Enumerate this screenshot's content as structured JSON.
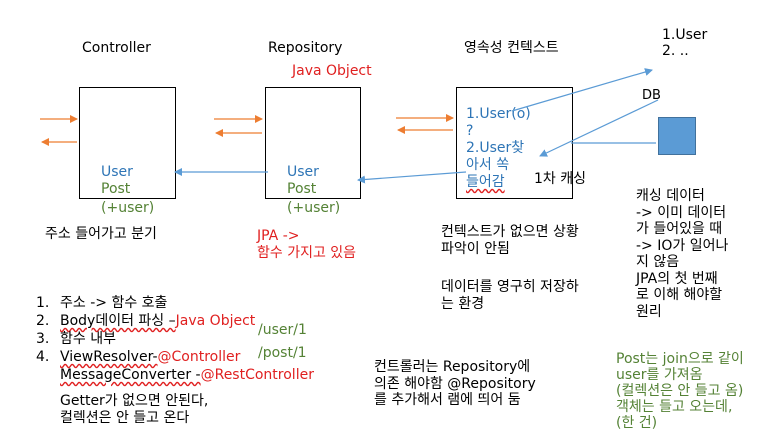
{
  "headers": {
    "controller": "Controller",
    "repository": "Repository",
    "context": "영속성 컨텍스트"
  },
  "top_right_list": "1.User\n2. ..",
  "db_label": "DB",
  "repository_note": "Java Object",
  "controller_box": {
    "user": "User",
    "post": "Post",
    "plus_user": "(+user)"
  },
  "repository_box": {
    "user": "User",
    "post": "Post",
    "plus_user": "(+user)"
  },
  "context_box": {
    "line1": "1.User(o)",
    "line2": "?",
    "line3": "2.User찾",
    "line4": "아서 쏙",
    "line5": "들어감"
  },
  "first_cache": "1차 캐싱",
  "caching_note": "캐싱 데이터\n-> 이미 데이터\n가 들어있을 때\n-> IO가 일어나\n지 않음\nJPA의 첫 번째\n로 이해 해야할\n원리",
  "controller_desc": "주소 들어가고 분기",
  "jpa_desc": "JPA ->\n함수 가지고 있음",
  "context_desc1": "컨텍스트가 없으면 상황\n파악이 안됨",
  "context_desc2": "데이터를 영구히 저장하\n는 환경",
  "steps": [
    {
      "num": "1.",
      "text": "주소 -> 함수 호출"
    },
    {
      "num": "2.",
      "text": "Body데이터 파싱 –",
      "extra": "Java Object"
    },
    {
      "num": "3.",
      "text": "함수 내부"
    },
    {
      "num": "4.",
      "text": "ViewResolver-",
      "extra": "@Controller"
    },
    {
      "num": "",
      "text": "MessageConverter -",
      "extra": "@RestController"
    }
  ],
  "paths": {
    "user": "/user/1",
    "post": "/post/1"
  },
  "getter_note": "Getter가 없으면 안된다,\n컬렉션은 안 들고 온다",
  "repository_dependency": "컨트롤러는 Repository에\n의존 해야함 @Repository\n를 추가해서 램에 띄어 둠",
  "join_note": "Post는 join으로 같이\nuser를 가져옴\n(컬렉션은 안 들고 옴)\n객체는 들고 오는데,\n(한 건)",
  "colors": {
    "orange_arrow": "#ed7d31",
    "blue_arrow": "#5b9bd5",
    "red_text": "#e02020",
    "green_text": "#548235",
    "blue_text": "#2e75b6"
  }
}
